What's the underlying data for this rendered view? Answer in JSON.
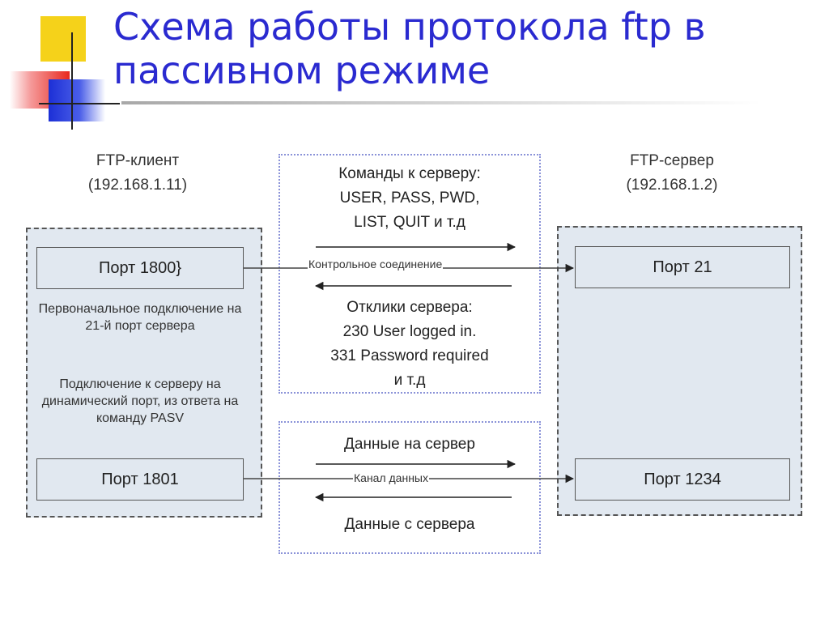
{
  "title": "Схема работы протокола ftp в пассивном режиме",
  "client": {
    "name": "FTP-клиент",
    "ip": "(192.168.1.11)",
    "port_control": "Порт 1800}",
    "port_data": "Порт 1801",
    "note_initial": "Первоначальное подключение на 21-й порт сервера",
    "note_dynamic": "Подключение к серверу на динамический порт, из ответа на команду PASV"
  },
  "server": {
    "name": "FTP-сервер",
    "ip": "(192.168.1.2)",
    "port_control": "Порт 21",
    "port_data": "Порт 1234"
  },
  "control_channel": {
    "commands_title": "Команды к серверу:",
    "commands_line1": "USER, PASS, PWD,",
    "commands_line2": "LIST, QUIT и т.д",
    "label": "Контрольное соединение",
    "responses_title": "Отклики сервера:",
    "responses_line1": "230 User logged in.",
    "responses_line2": "331 Password required",
    "responses_line3": "и т.д"
  },
  "data_channel": {
    "to_server": "Данные на сервер",
    "label": "Канал данных",
    "from_server": "Данные с сервера"
  }
}
